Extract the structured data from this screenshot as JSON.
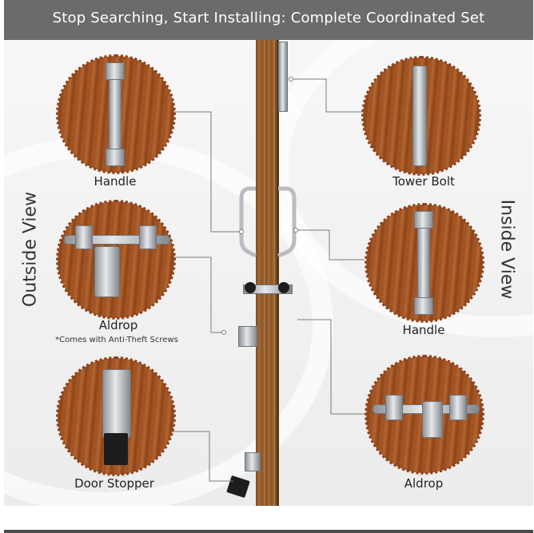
{
  "banner": {
    "title": "Stop Searching, Start Installing: Complete Coordinated Set"
  },
  "sides": {
    "outside": "Outside View",
    "inside": "Inside View"
  },
  "products": {
    "handle_outside": {
      "label": "Handle"
    },
    "aldrop_outside": {
      "label": "Aldrop",
      "note": "*Comes with Anti-Theft Screws"
    },
    "door_stopper": {
      "label": "Door Stopper"
    },
    "tower_bolt": {
      "label": "Tower Bolt"
    },
    "handle_inside": {
      "label": "Handle"
    },
    "aldrop_inside": {
      "label": "Aldrop"
    }
  },
  "colors": {
    "banner": "#6b6b6b",
    "wood": "#a9602c",
    "steel": "#c8cbce",
    "leader": "#7a7a7a"
  }
}
